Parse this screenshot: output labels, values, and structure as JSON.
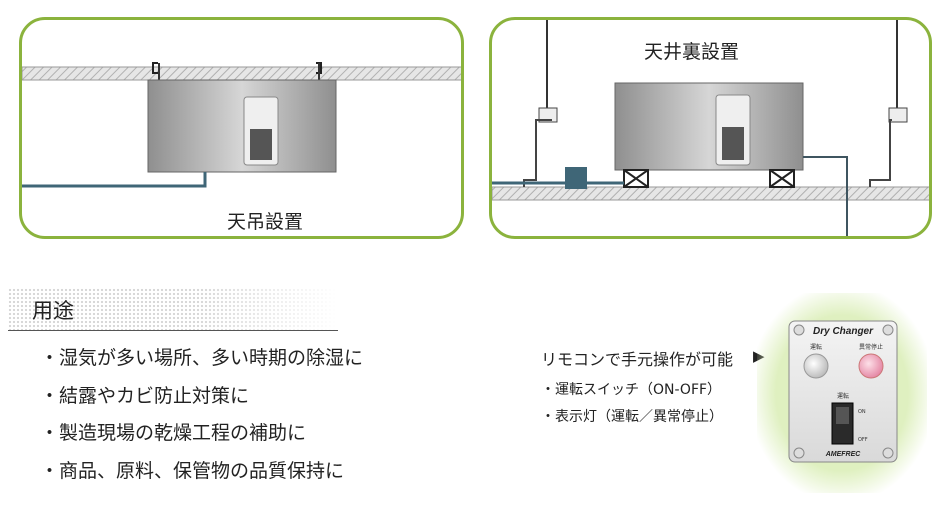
{
  "installations": {
    "ceiling_hung": {
      "caption": "天吊設置"
    },
    "above_ceiling": {
      "caption": "天井裏設置"
    }
  },
  "usage": {
    "heading": "用途",
    "items": [
      "・湿気が多い場所、多い時期の除湿に",
      "・結露やカビ防止対策に",
      "・製造現場の乾燥工程の補助に",
      "・商品、原料、保管物の品質保持に"
    ]
  },
  "remote": {
    "caption": "リモコンで手元操作が可能",
    "arrow": "▶",
    "features": [
      "・運転スイッチ（ON-OFF）",
      "・表示灯（運転／異常停止）"
    ],
    "device": {
      "brand_title": "Dry Changer",
      "lamp_run": "運転",
      "lamp_fault": "異常停止",
      "switch_label": "運転",
      "on_label": "ON",
      "off_label": "OFF",
      "maker": "AMEFREC"
    }
  },
  "colors": {
    "panel_border": "#8bb33d",
    "duct": "#3f6677",
    "glow": "#dff0c0"
  }
}
